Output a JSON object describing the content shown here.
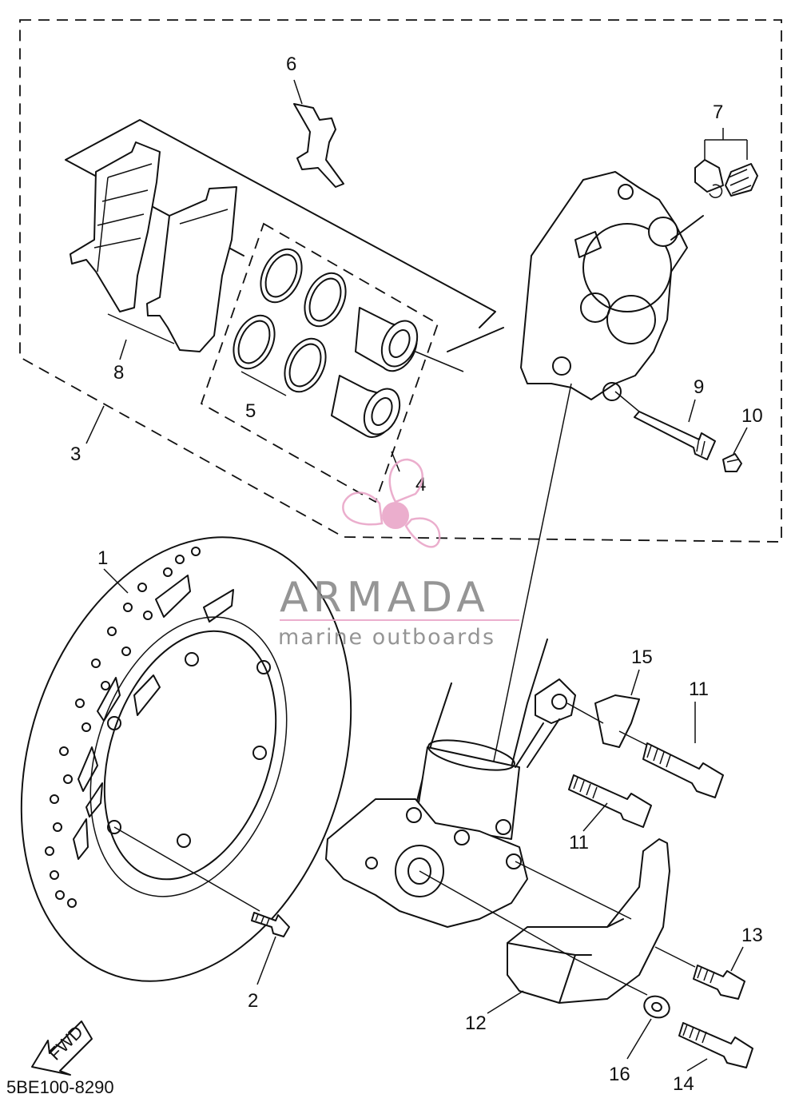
{
  "diagram_code": "5BE100-8290",
  "direction_arrow": {
    "label": "FWD"
  },
  "watermark": {
    "brand": "ARMADA",
    "tagline": "marine outboards",
    "icon": "propeller-logo-icon",
    "color": "#e9a6c8"
  },
  "callouts": [
    {
      "id": "callout-1",
      "num": "1"
    },
    {
      "id": "callout-2",
      "num": "2"
    },
    {
      "id": "callout-3",
      "num": "3"
    },
    {
      "id": "callout-4",
      "num": "4"
    },
    {
      "id": "callout-5",
      "num": "5"
    },
    {
      "id": "callout-6",
      "num": "6"
    },
    {
      "id": "callout-7",
      "num": "7"
    },
    {
      "id": "callout-8",
      "num": "8"
    },
    {
      "id": "callout-9",
      "num": "9"
    },
    {
      "id": "callout-10",
      "num": "10"
    },
    {
      "id": "callout-11a",
      "num": "11"
    },
    {
      "id": "callout-11b",
      "num": "11"
    },
    {
      "id": "callout-12",
      "num": "12"
    },
    {
      "id": "callout-13",
      "num": "13"
    },
    {
      "id": "callout-14",
      "num": "14"
    },
    {
      "id": "callout-15",
      "num": "15"
    },
    {
      "id": "callout-16",
      "num": "16"
    }
  ]
}
